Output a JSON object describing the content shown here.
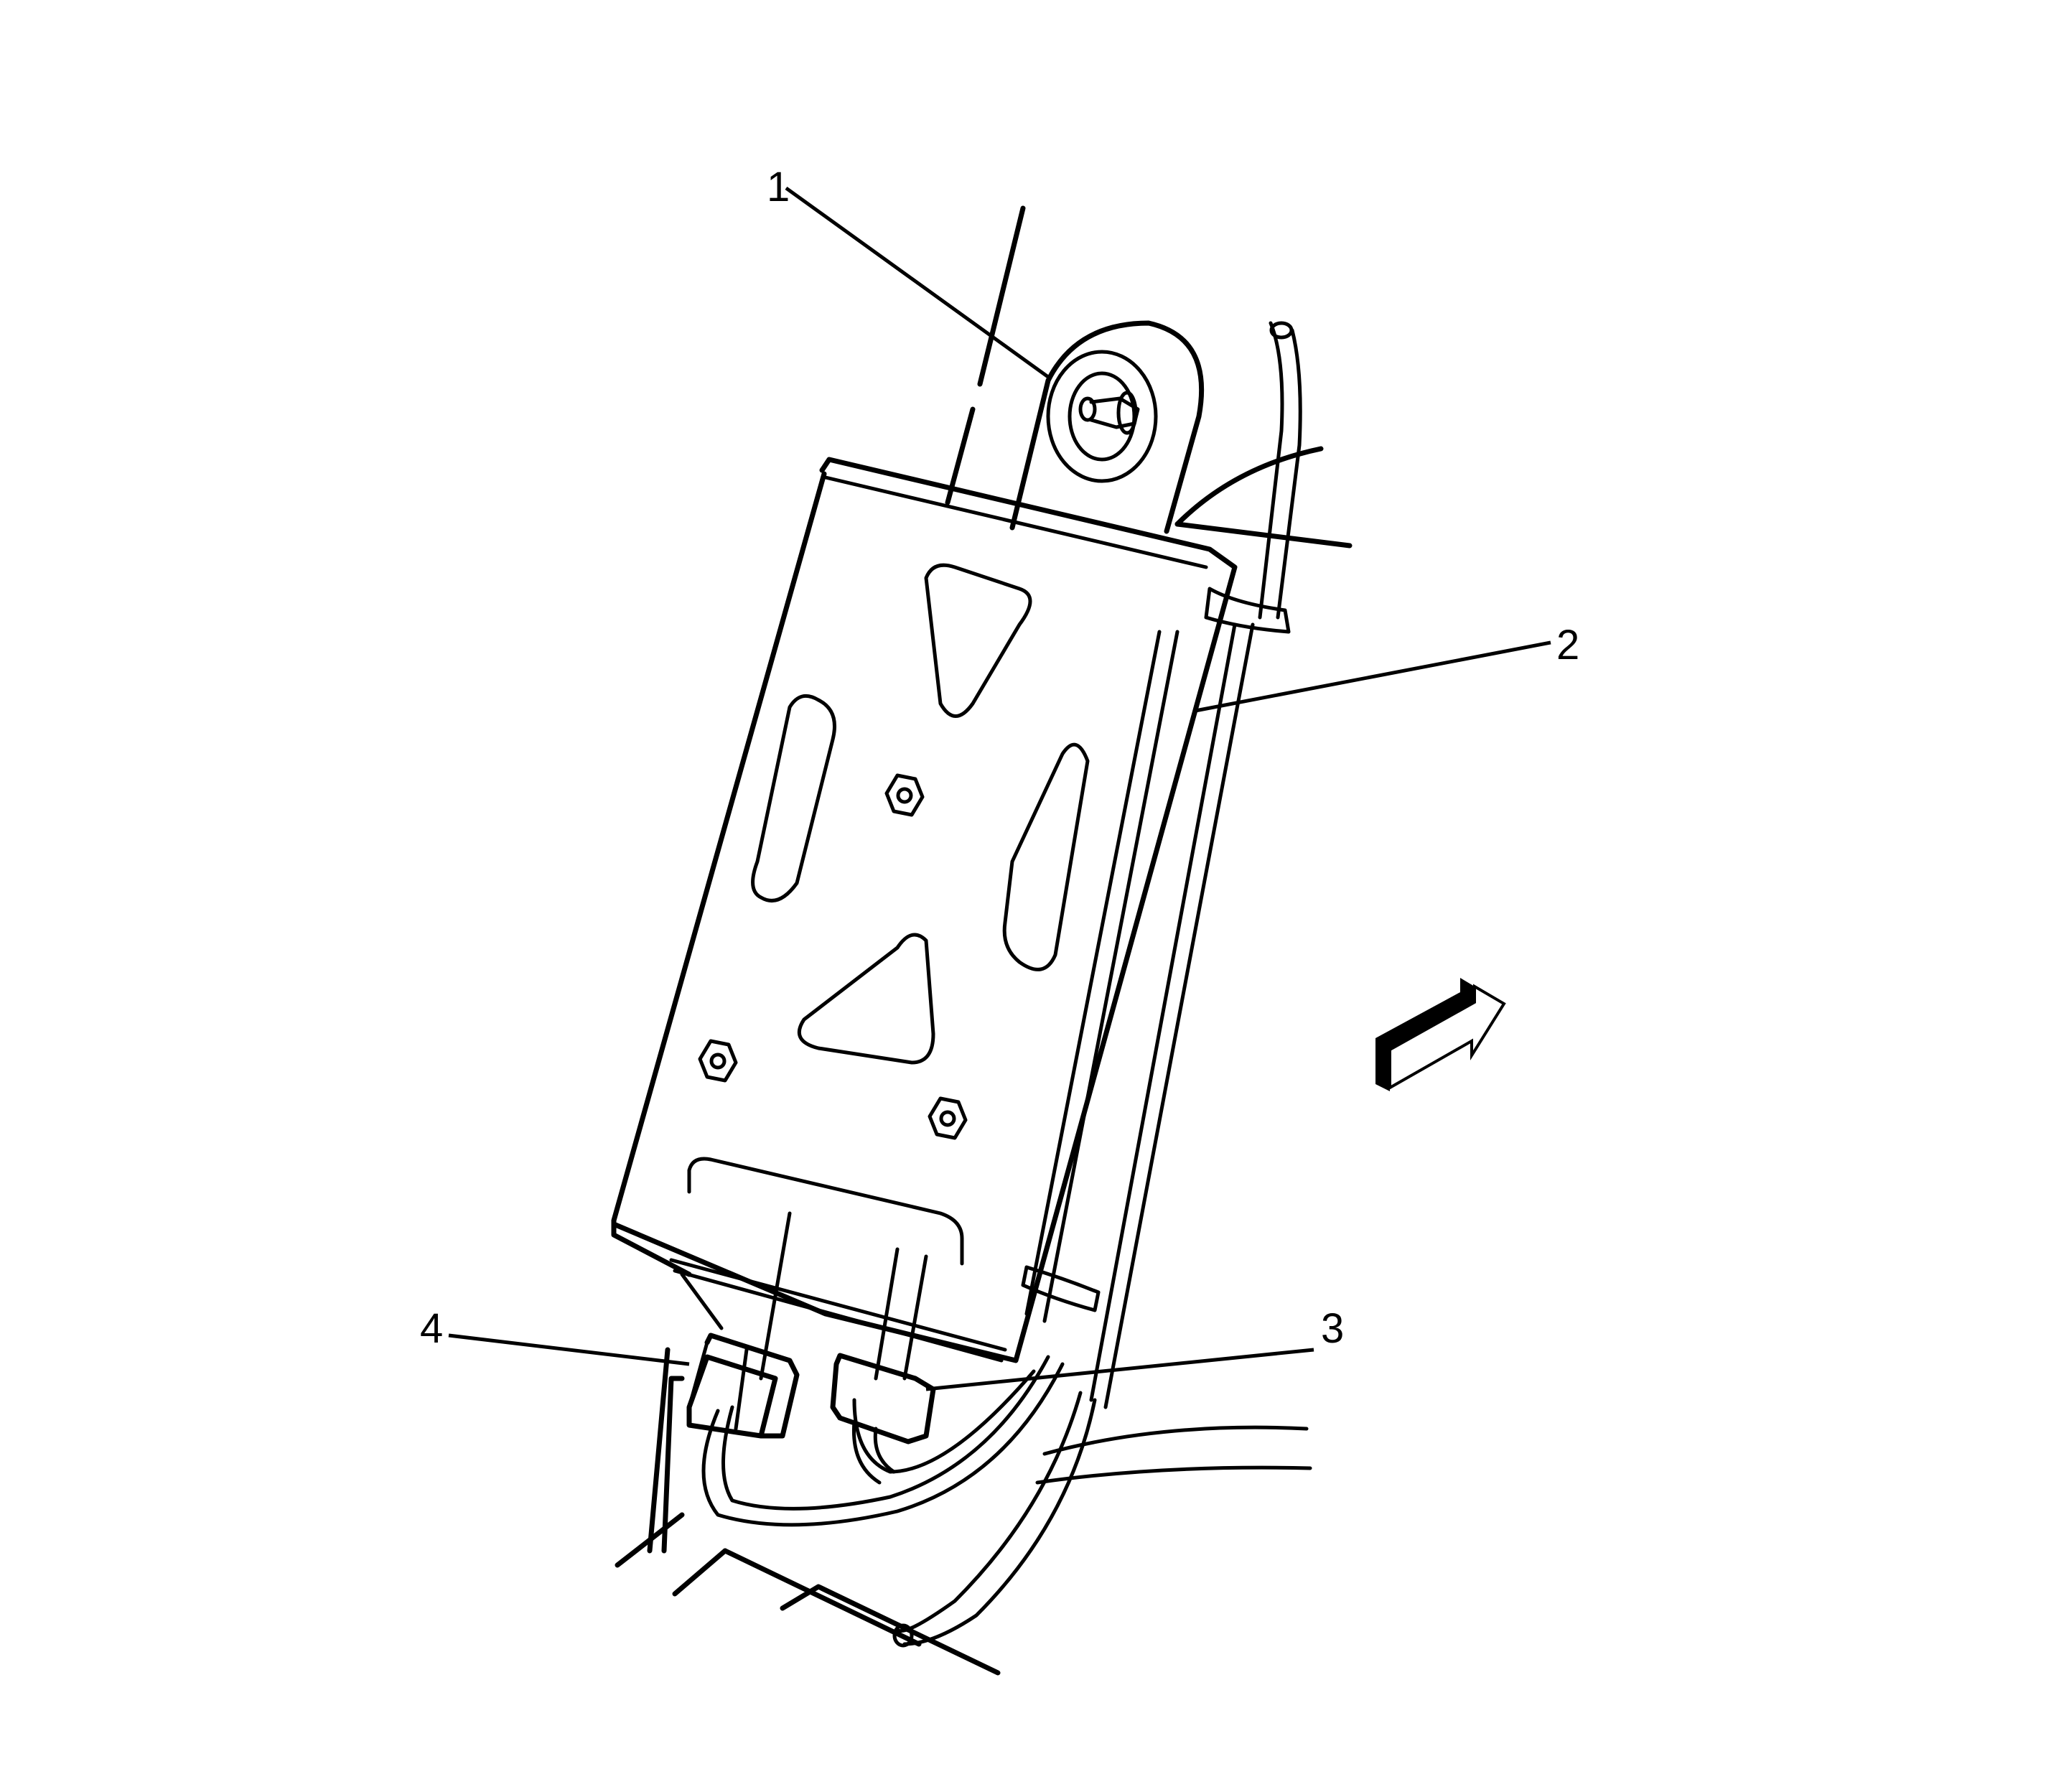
{
  "diagram": {
    "type": "exploded component view (line art)",
    "subject": "Electronic module mounted on bracket with wiring harness and connectors",
    "callouts": [
      {
        "id": "1",
        "label": "1",
        "target": "mounting stud / nut on upper bracket tab"
      },
      {
        "id": "2",
        "label": "2",
        "target": "wiring harness routed along module side"
      },
      {
        "id": "3",
        "label": "3",
        "target": "electrical connector (right)"
      },
      {
        "id": "4",
        "label": "4",
        "target": "electrical connector (left)"
      }
    ],
    "direction_arrow": {
      "icon": "front-direction-arrow-icon",
      "meaning": "vehicle front direction"
    },
    "colors": {
      "line": "#000000",
      "background": "#ffffff"
    }
  }
}
